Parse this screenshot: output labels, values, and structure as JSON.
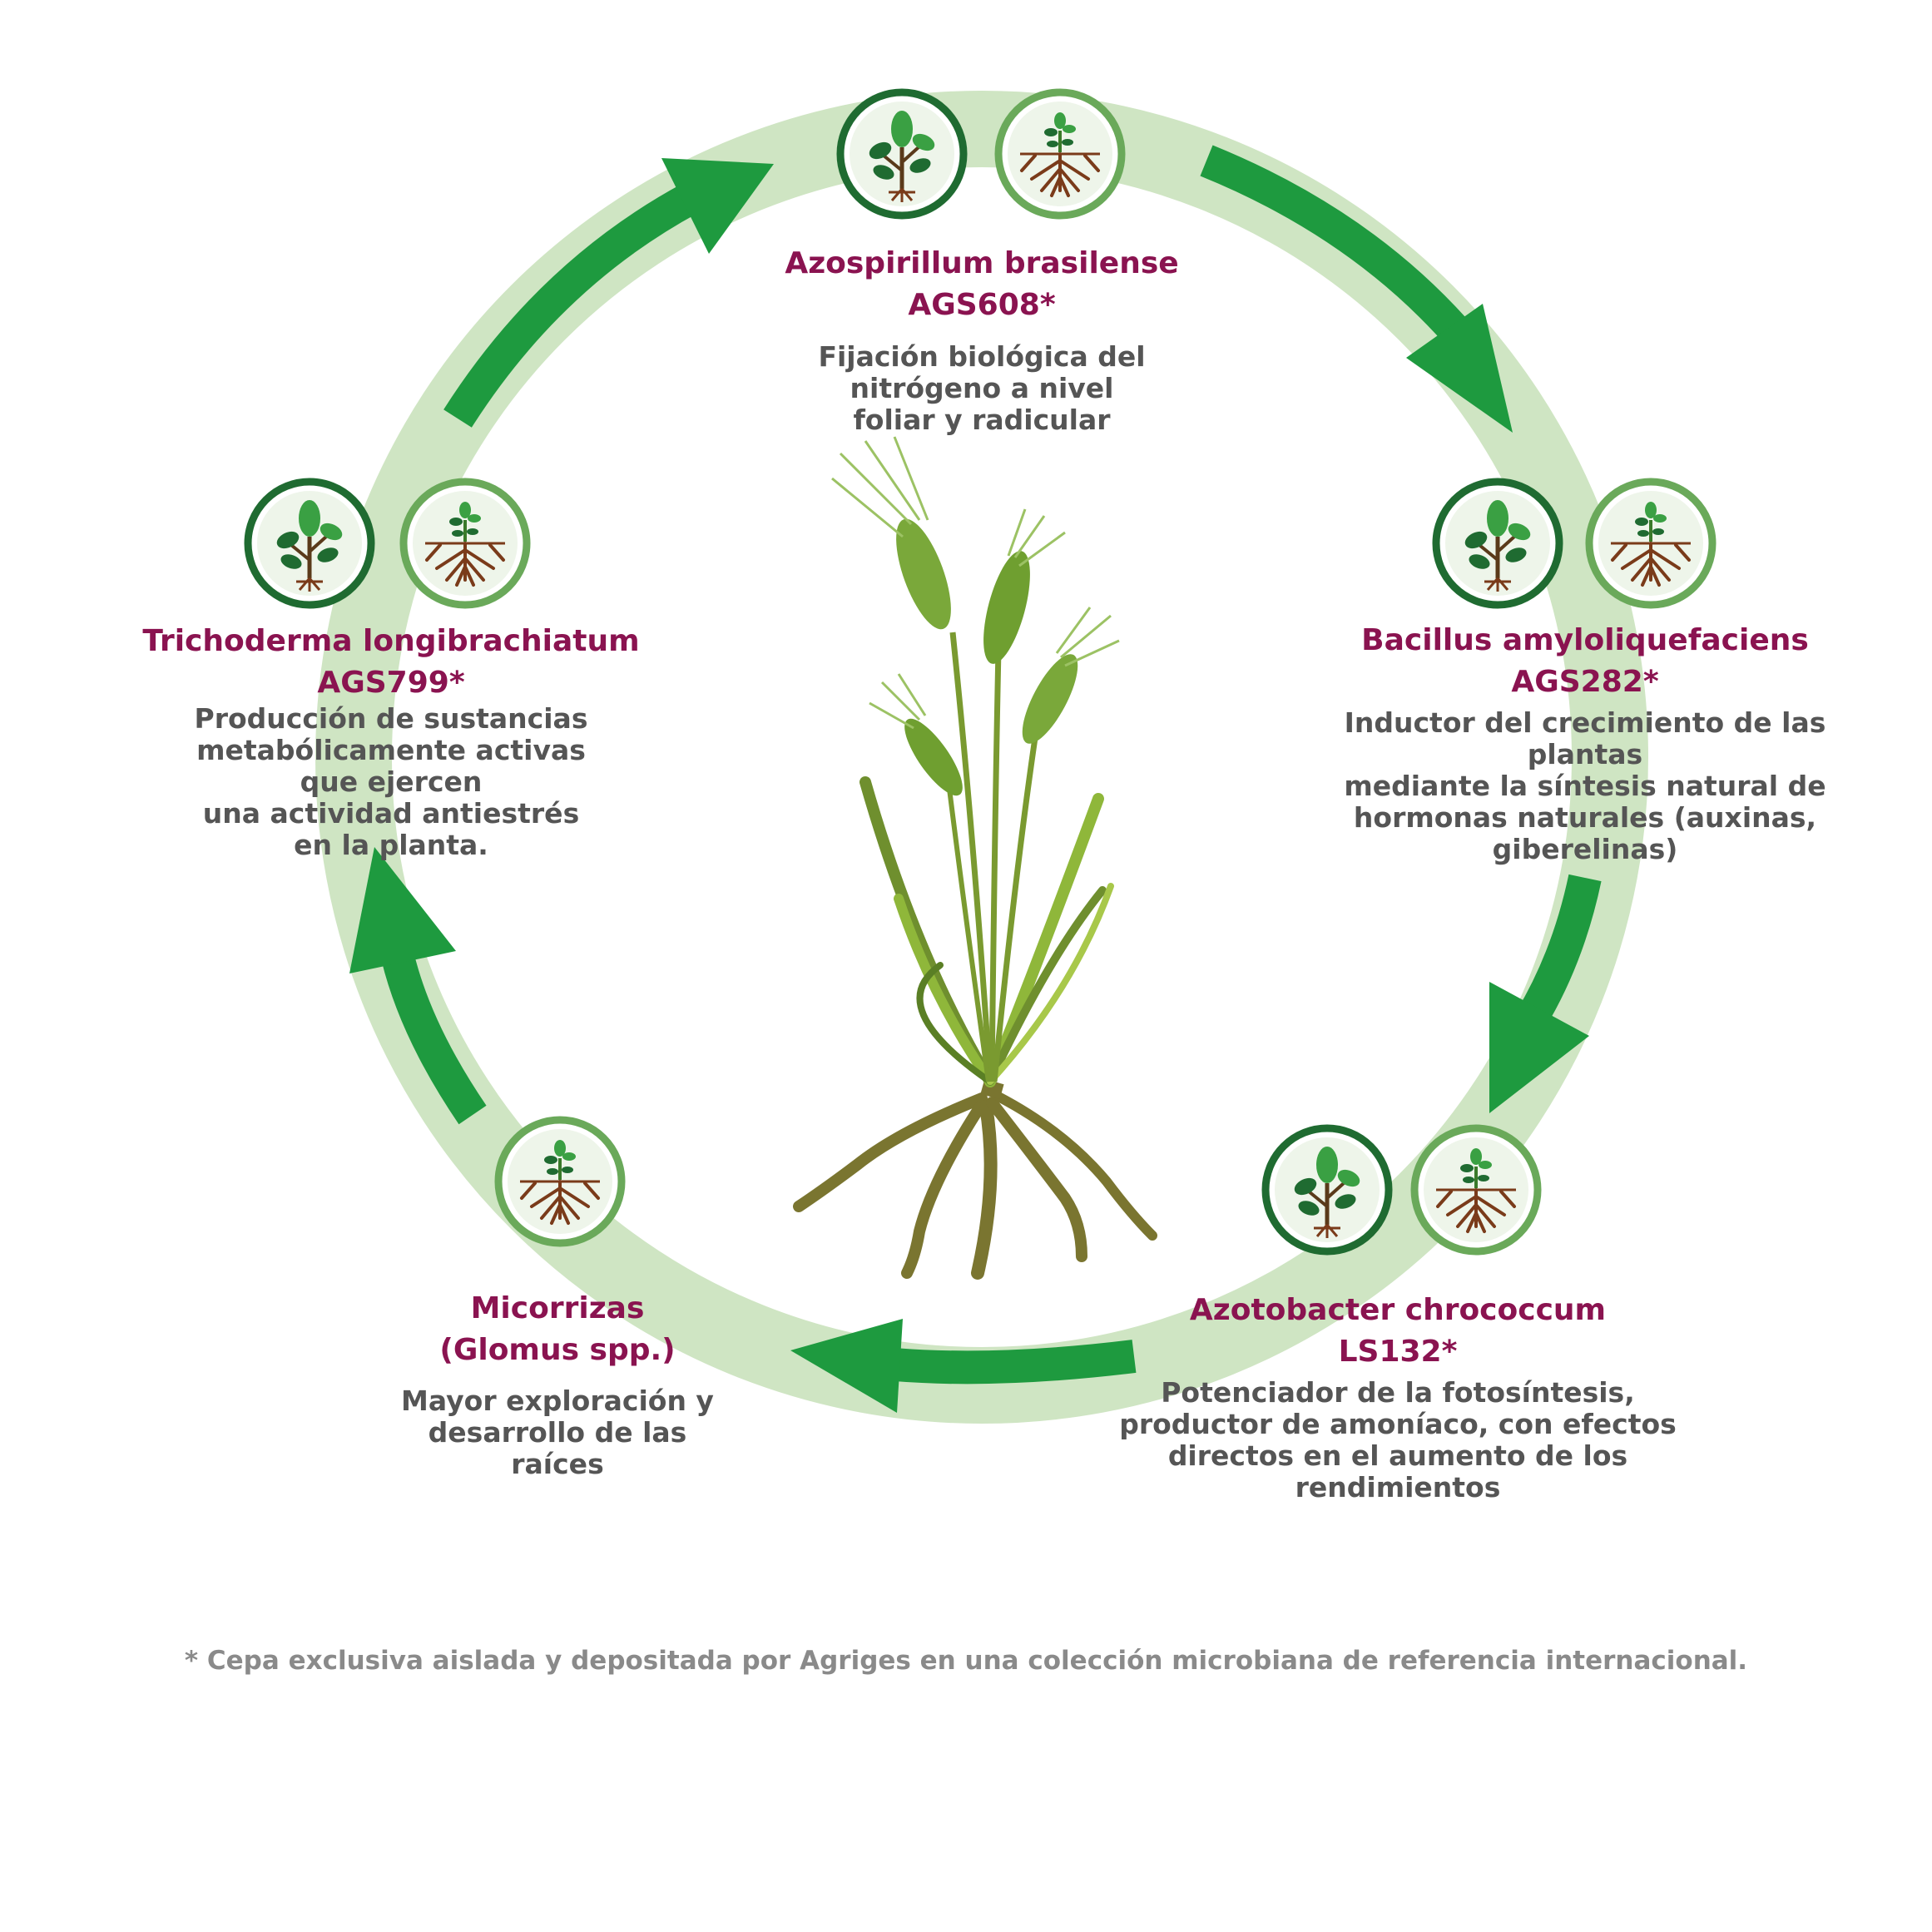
{
  "colors": {
    "ring": "#cfe5c3",
    "arrow": "#1e9a3f",
    "title": "#8a1350",
    "text": "#555555",
    "footnote": "#8a8a8a",
    "icon_dark": "#1f6b31",
    "icon_light": "#6aa95a",
    "root": "#7a3b1a",
    "plant_stem": "#6f8f2e",
    "plant_leaf": "#8fb73a",
    "plant_root": "#7a7530"
  },
  "icons": [
    "leaf-plant-icon",
    "root-plant-icon"
  ],
  "nodes": [
    {
      "id": "azospirillum",
      "title_lines": [
        "Azospirillum brasilense",
        "AGS608*"
      ],
      "desc_lines": [
        "Fijación biológica del",
        "nitrógeno a nivel",
        "foliar y radicular"
      ]
    },
    {
      "id": "bacillus",
      "title_lines": [
        "Bacillus amyloliquefaciens",
        "AGS282*"
      ],
      "desc_lines": [
        "Inductor del crecimiento de las",
        "plantas",
        "mediante la síntesis natural de",
        "hormonas naturales (auxinas,",
        "giberelinas)"
      ]
    },
    {
      "id": "azotobacter",
      "title_lines": [
        "Azotobacter chrococcum",
        "LS132*"
      ],
      "desc_lines": [
        "Potenciador de la fotosíntesis,",
        "productor de amoníaco, con efectos",
        "directos en el aumento de los",
        "rendimientos"
      ]
    },
    {
      "id": "micorrizas",
      "title_lines": [
        "Micorrizas",
        "(Glomus spp.)"
      ],
      "desc_lines": [
        "Mayor exploración y",
        "desarrollo de las",
        "raíces"
      ]
    },
    {
      "id": "trichoderma",
      "title_lines": [
        "Trichoderma longibrachiatum",
        "AGS799*"
      ],
      "desc_lines": [
        "Producción de sustancias",
        "metabólicamente activas",
        "que ejercen",
        "una actividad antiestrés",
        "en la planta."
      ]
    }
  ],
  "footnote": "* Cepa exclusiva aislada y depositada por Agriges en una colección microbiana de referencia internacional."
}
